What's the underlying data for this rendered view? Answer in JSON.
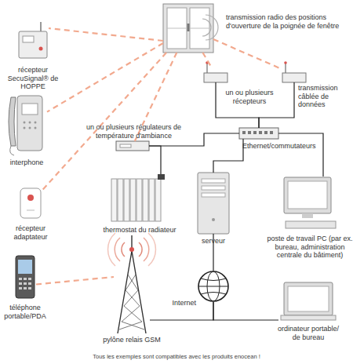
{
  "diagram": {
    "caption": "Tous les exemples sont compatibles avec les produits enocean !",
    "nodes": [
      {
        "text": [
          "transmission radio des positions d'ouverture de la poignée de fenêtre"
        ]
      },
      {
        "text": [
          "récepteur SecuSignal® de HOPPE"
        ]
      },
      {
        "text": [
          "interphone"
        ]
      },
      {
        "text": [
          "récepteur adaptateur"
        ]
      },
      {
        "text": [
          "téléphone portable/PDA"
        ]
      },
      {
        "text": [
          "un ou plusieurs récepteurs"
        ]
      },
      {
        "text": [
          "transmission câblée de données"
        ]
      },
      {
        "text": [
          "Ethernet/commutateurs"
        ]
      },
      {
        "text": [
          "un ou plusieurs régulateurs de température d'ambiance"
        ]
      },
      {
        "text": [
          "thermostat du radiateur"
        ]
      },
      {
        "text": [
          "serveur"
        ]
      },
      {
        "text": [
          "poste de travail PC (par ex. bureau, administration centrale du bâtiment)"
        ]
      },
      {
        "text": [
          "Internet"
        ]
      },
      {
        "text": [
          "pylône relais GSM"
        ]
      },
      {
        "text": [
          "ordinateur portable/ de bureau"
        ]
      }
    ],
    "edges": [
      {
        "from": 0,
        "to": 1,
        "arrow": "none"
      },
      {
        "from": 0,
        "to": 2,
        "arrow": "none"
      },
      {
        "from": 0,
        "to": 3,
        "arrow": "none"
      },
      {
        "from": 0,
        "to": 5,
        "arrow": "none"
      },
      {
        "from": 0,
        "to": 6,
        "arrow": "none"
      },
      {
        "from": 0,
        "to": 8,
        "arrow": "none"
      },
      {
        "from": 4,
        "to": 13,
        "arrow": "none"
      },
      {
        "from": 5,
        "to": 7,
        "arrow": "none"
      },
      {
        "from": 6,
        "to": 7,
        "arrow": "none"
      },
      {
        "from": 7,
        "to": 8,
        "arrow": "none"
      },
      {
        "from": 8,
        "to": 9,
        "arrow": "none"
      },
      {
        "from": 7,
        "to": 10,
        "arrow": "none"
      },
      {
        "from": 7,
        "to": 11,
        "arrow": "none"
      },
      {
        "from": 10,
        "to": 12,
        "arrow": "none"
      },
      {
        "from": 12,
        "to": 13,
        "arrow": "none"
      },
      {
        "from": 12,
        "to": 14,
        "arrow": "none"
      }
    ]
  }
}
